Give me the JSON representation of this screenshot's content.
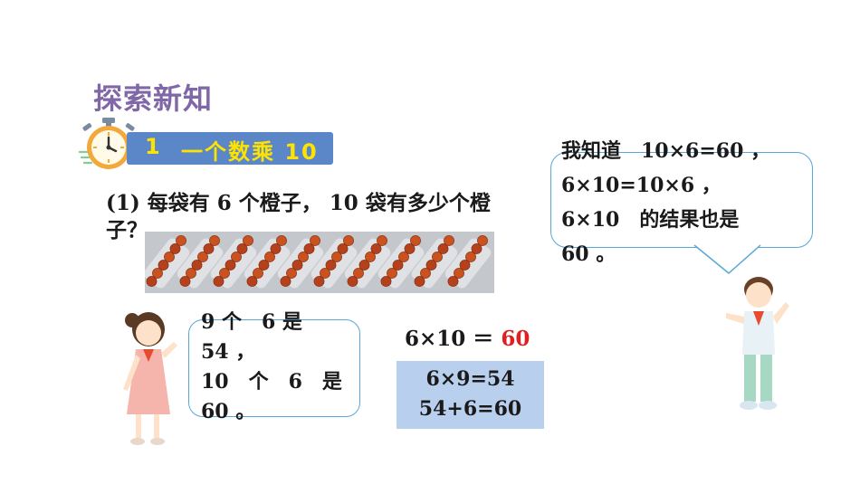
{
  "header": {
    "section_title": "探索新知"
  },
  "lesson": {
    "number": "1",
    "title": "一个数乘 10"
  },
  "question": {
    "text": "(1) 每袋有 6 个橙子， 10 袋有多少个橙子？"
  },
  "left_bubble": {
    "lines": [
      "9 个　6 是",
      "54 ，",
      "10　个　6　是",
      "60 。"
    ]
  },
  "equation": {
    "expr": "6×10 ＝",
    "answer": "60"
  },
  "calc_box": {
    "line1": "6×9=54",
    "line2": "54+6=60"
  },
  "right_bubble": {
    "lines": [
      "我知道　10×6=60 ，",
      "6×10=10×6 ，",
      "6×10　的结果也是",
      "60 。"
    ]
  },
  "colors": {
    "title": "#8068a8",
    "bar": "#5b86c8",
    "bar_text": "#ffe300",
    "answer": "#e02020",
    "calc_box": "#b9cfee",
    "bubble_border": "#5aa6d6"
  }
}
